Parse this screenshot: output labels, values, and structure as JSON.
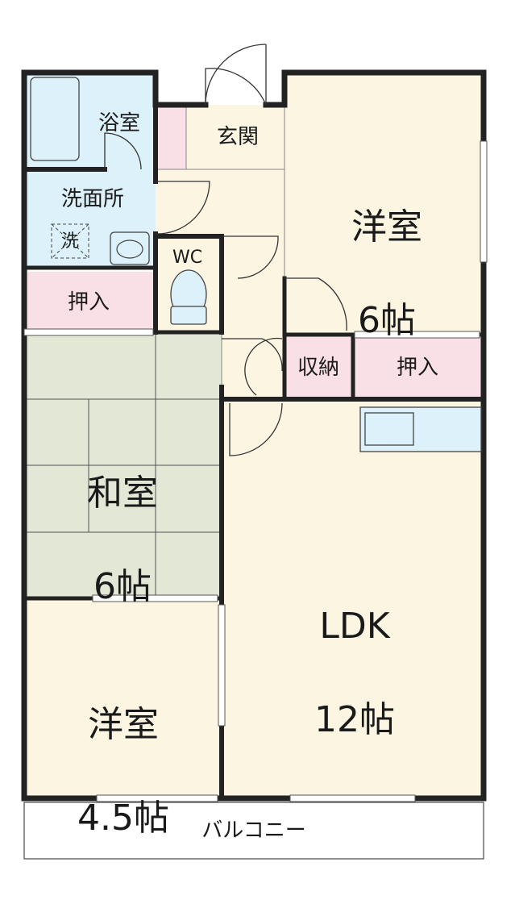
{
  "colors": {
    "wall": "#222222",
    "western_room": "#fbf5e2",
    "japanese_room": "#e2e7d6",
    "storage": "#f9e0e6",
    "wet_area": "#dcf1fa",
    "hall": "#fbf5e2",
    "balcony": "#ffffff"
  },
  "icons": [
    "bathtub-icon",
    "washbasin-icon",
    "toilet-icon",
    "washing-machine-icon",
    "kitchen-counter-icon",
    "swing-door-icon",
    "window-icon"
  ],
  "rooms": {
    "western_ne": {
      "name": "洋室",
      "size": "6帖"
    },
    "japanese": {
      "name": "和室",
      "size": "6帖"
    },
    "ldk": {
      "name": "LDK",
      "size": "12帖"
    },
    "western_sw": {
      "name": "洋室",
      "size": "4.5帖"
    },
    "bath": "浴室",
    "entrance": "玄関",
    "washroom": "洗面所",
    "washer": "洗",
    "wc": "WC",
    "closet_w": "押入",
    "closet_e": "押入",
    "storage": "収納",
    "balcony": "バルコニー"
  }
}
